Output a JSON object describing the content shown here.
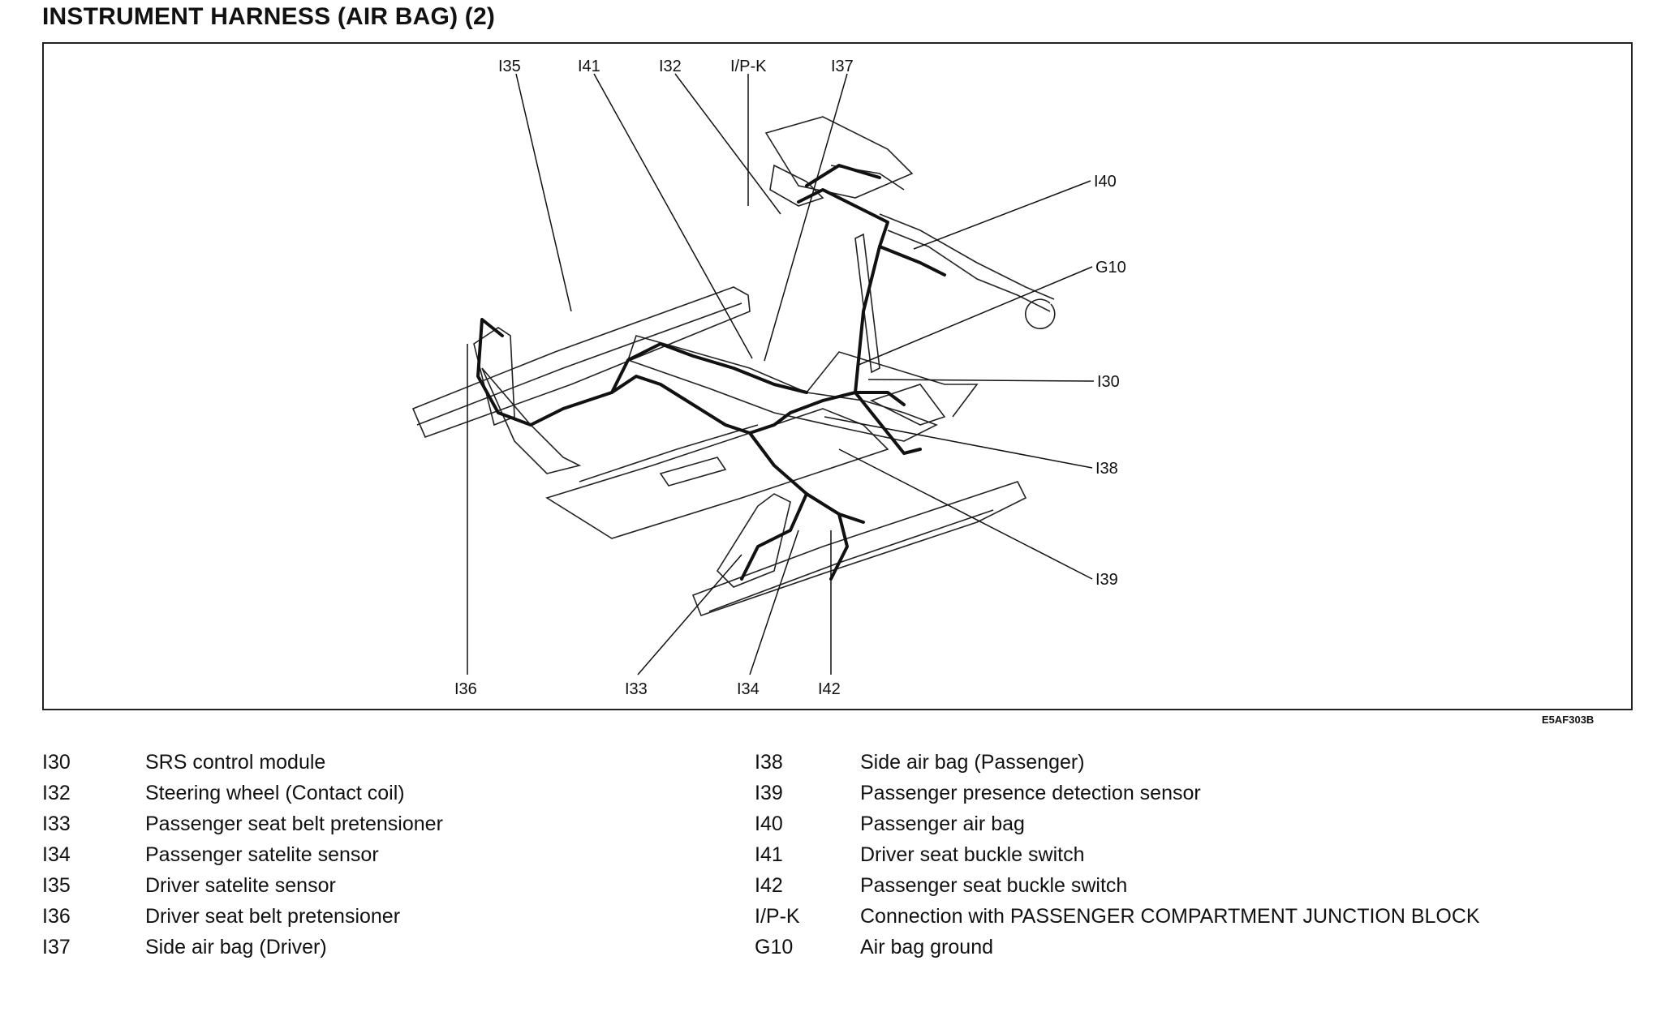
{
  "title": "INSTRUMENT HARNESS (AIR BAG) (2)",
  "diagram_code": "E5AF303B",
  "callouts": {
    "i35": "I35",
    "i41": "I41",
    "i32": "I32",
    "ipk": "I/P-K",
    "i37": "I37",
    "i40": "I40",
    "g10": "G10",
    "i30": "I30",
    "i38": "I38",
    "i39": "I39",
    "i36": "I36",
    "i33": "I33",
    "i34": "I34",
    "i42": "I42"
  },
  "legend_left": [
    {
      "code": "I30",
      "desc": "SRS control module"
    },
    {
      "code": "I32",
      "desc": "Steering wheel (Contact coil)"
    },
    {
      "code": "I33",
      "desc": "Passenger seat belt pretensioner"
    },
    {
      "code": "I34",
      "desc": "Passenger satelite sensor"
    },
    {
      "code": "I35",
      "desc": "Driver satelite sensor"
    },
    {
      "code": "I36",
      "desc": "Driver seat belt pretensioner"
    },
    {
      "code": "I37",
      "desc": "Side air bag (Driver)"
    }
  ],
  "legend_right": [
    {
      "code": "I38",
      "desc": "Side air bag (Passenger)"
    },
    {
      "code": "I39",
      "desc": "Passenger presence detection sensor"
    },
    {
      "code": "I40",
      "desc": "Passenger air bag"
    },
    {
      "code": "I41",
      "desc": "Driver seat buckle switch"
    },
    {
      "code": "I42",
      "desc": "Passenger seat buckle switch"
    },
    {
      "code": "I/P-K",
      "desc": "Connection with PASSENGER COMPARTMENT JUNCTION BLOCK"
    },
    {
      "code": "G10",
      "desc": "Air bag ground"
    }
  ]
}
